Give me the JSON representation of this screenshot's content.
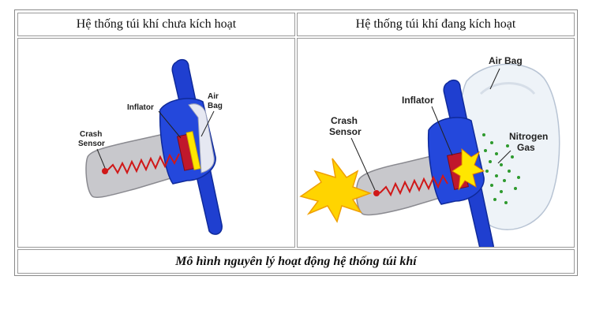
{
  "headers": {
    "left": "Hệ thống túi khí chưa kích hoạt",
    "right": "Hệ thống túi khí đang kích hoạt"
  },
  "left_diagram": {
    "labels": {
      "inflator": "Inflator",
      "air_bag_line1": "Air",
      "air_bag_line2": "Bag",
      "crash_line1": "Crash",
      "crash_line2": "Sensor"
    }
  },
  "right_diagram": {
    "labels": {
      "air_bag": "Air Bag",
      "inflator": "Inflator",
      "crash_line1": "Crash",
      "crash_line2": "Sensor",
      "nitrogen_line1": "Nitrogen",
      "nitrogen_line2": "Gas"
    }
  },
  "caption": "Mô hình nguyên lý hoạt động hệ thống túi khí",
  "colors": {
    "steering_blue": "#1f3fd0",
    "column_gray": "#c8c8cc",
    "inflator_red": "#c0182c",
    "inflator_yellow": "#ffe600",
    "spring_red": "#d01818",
    "flash_yellow": "#ffd400",
    "gas_green": "#2e9a2e"
  }
}
